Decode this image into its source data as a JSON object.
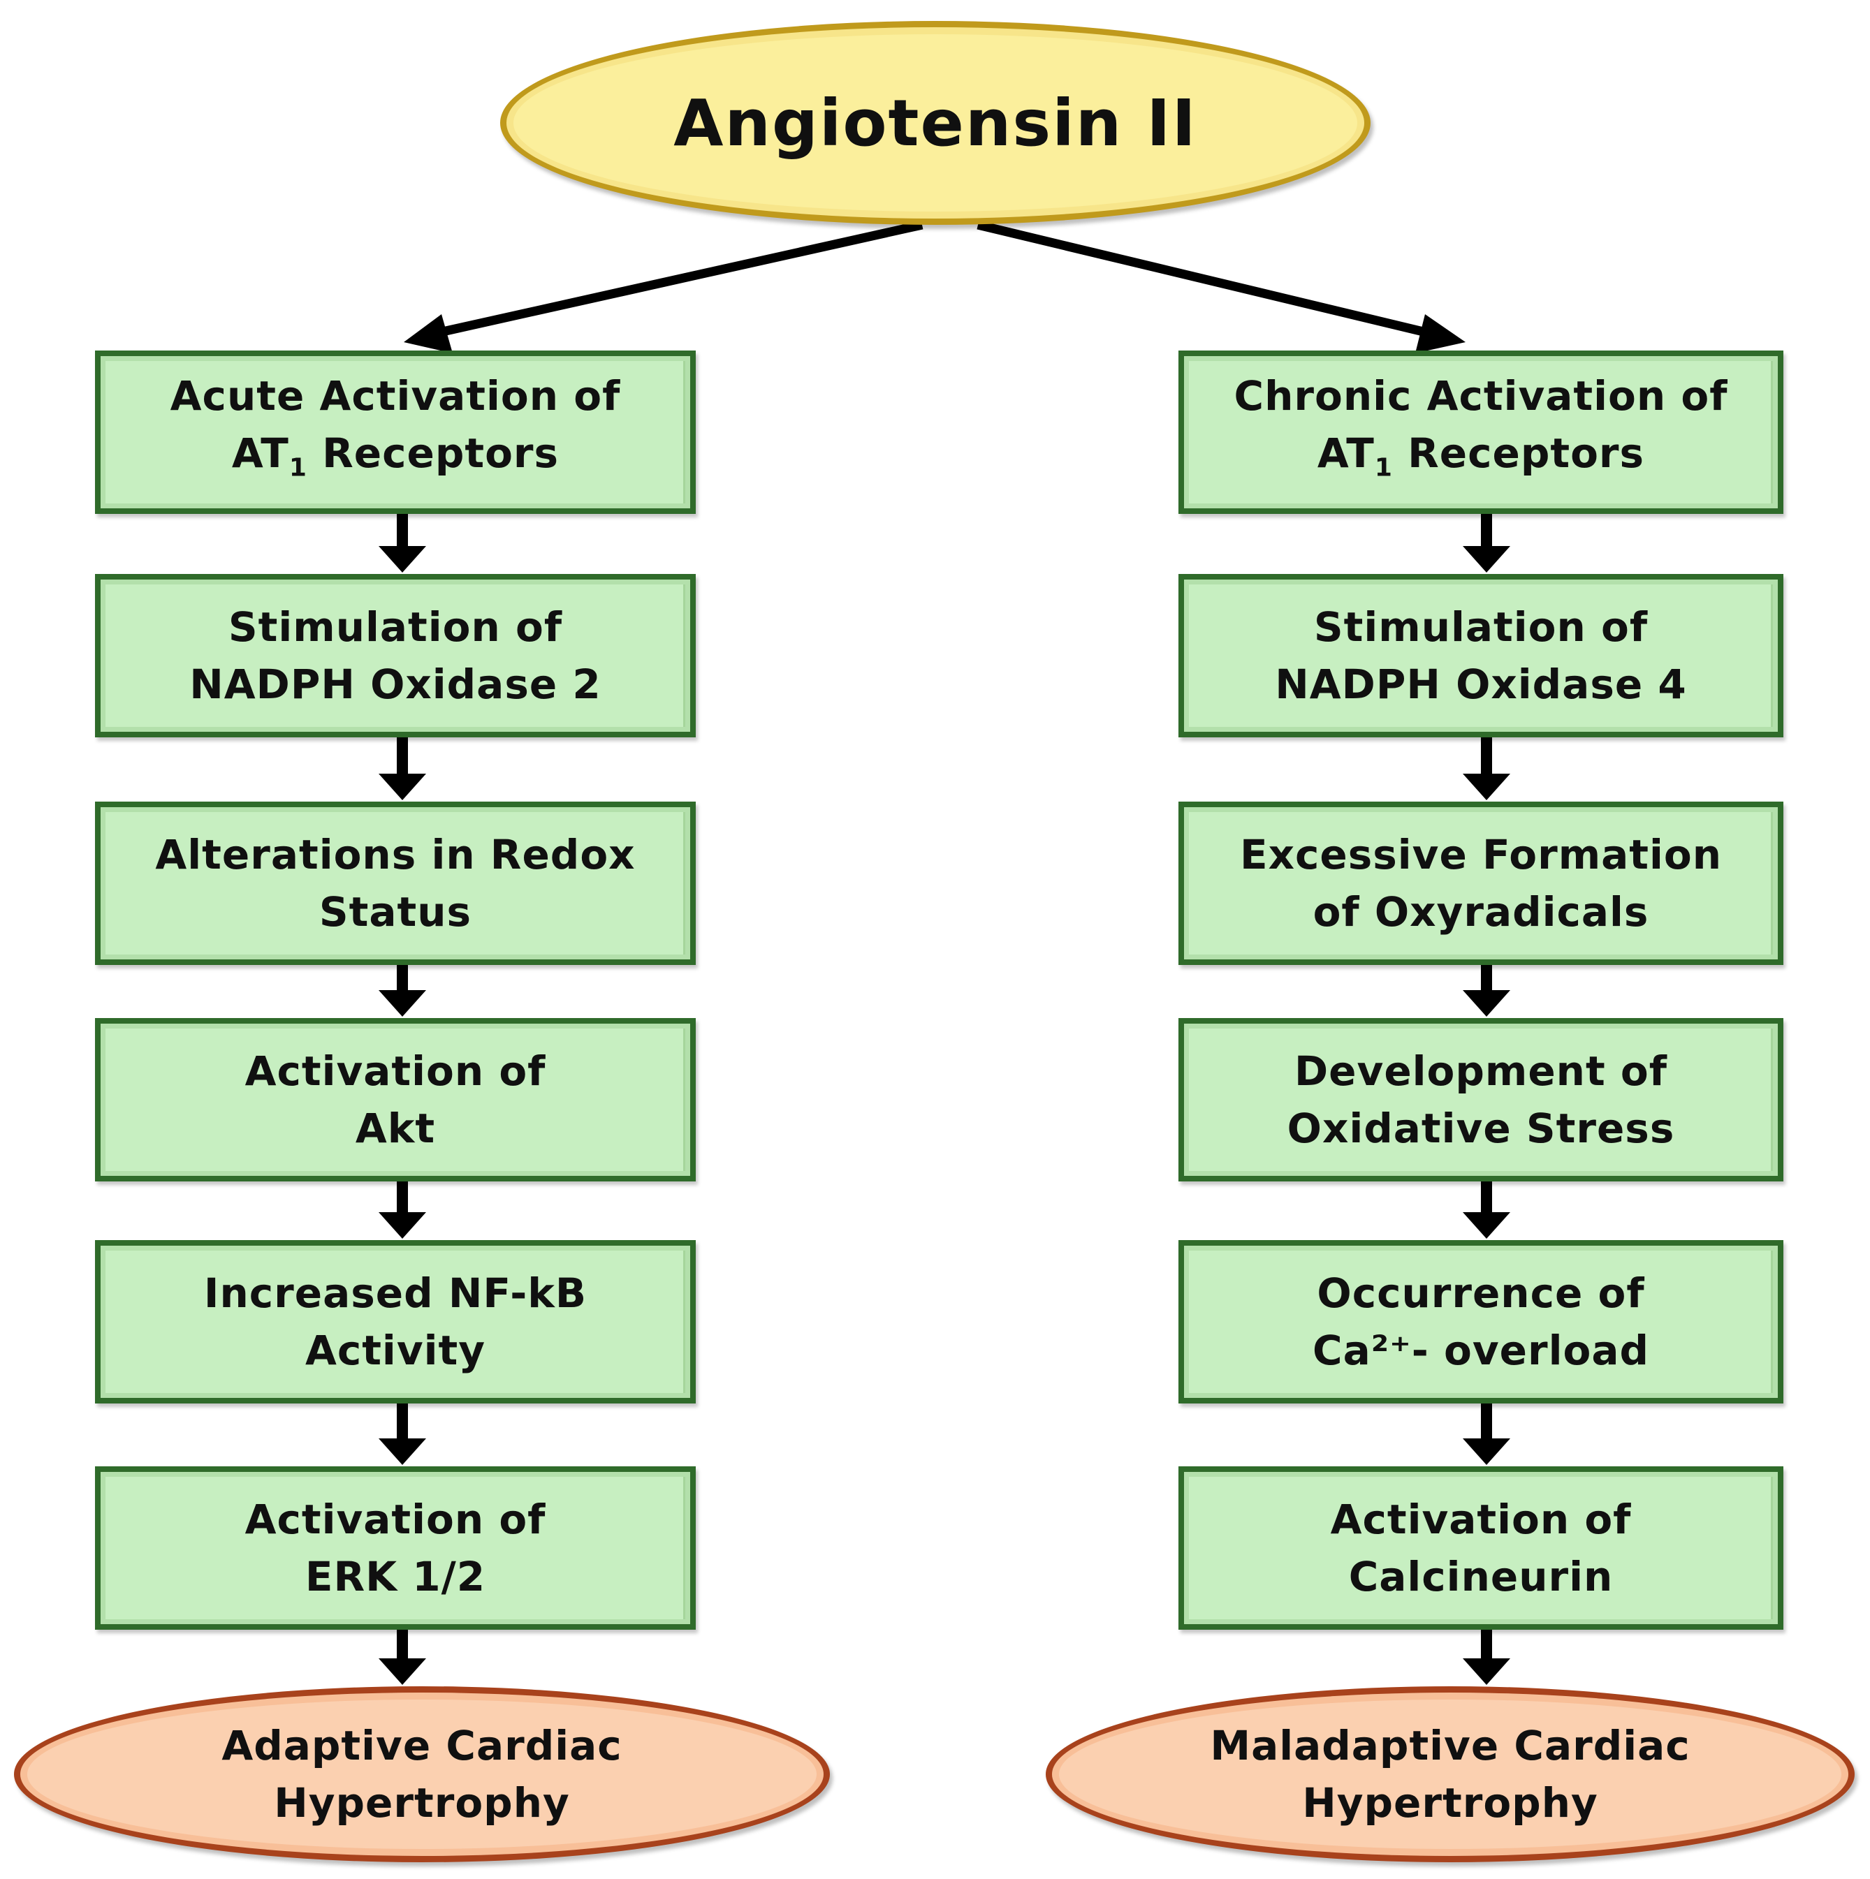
{
  "root": {
    "label": "Angiotensin II"
  },
  "left_branch": {
    "steps": [
      {
        "line1": "Acute Activation of",
        "line2_pre": "AT",
        "line2_sub": "1",
        "line2_post": " Receptors"
      },
      {
        "line1": "Stimulation of",
        "line2_pre": "NADPH Oxidase 2",
        "line2_sub": "",
        "line2_post": ""
      },
      {
        "line1": "Alterations in Redox",
        "line2_pre": "Status",
        "line2_sub": "",
        "line2_post": ""
      },
      {
        "line1": "Activation of",
        "line2_pre": "Akt",
        "line2_sub": "",
        "line2_post": ""
      },
      {
        "line1": "Increased NF-kB",
        "line2_pre": "Activity",
        "line2_sub": "",
        "line2_post": ""
      },
      {
        "line1": "Activation of",
        "line2_pre": "ERK 1/2",
        "line2_sub": "",
        "line2_post": ""
      }
    ],
    "outcome": {
      "line1": "Adaptive Cardiac",
      "line2": "Hypertrophy"
    }
  },
  "right_branch": {
    "steps": [
      {
        "line1": "Chronic Activation of",
        "line2_pre": "AT",
        "line2_sub": "1",
        "line2_post": " Receptors"
      },
      {
        "line1": "Stimulation of",
        "line2_pre": "NADPH Oxidase 4",
        "line2_sub": "",
        "line2_post": ""
      },
      {
        "line1": "Excessive Formation",
        "line2_pre": "of Oxyradicals",
        "line2_sub": "",
        "line2_post": ""
      },
      {
        "line1": "Development of",
        "line2_pre": "Oxidative Stress",
        "line2_sub": "",
        "line2_post": ""
      },
      {
        "line1": "Occurrence of",
        "line2_pre": "Ca²⁺- overload",
        "line2_sub": "",
        "line2_post": ""
      },
      {
        "line1": "Activation of",
        "line2_pre": "Calcineurin",
        "line2_sub": "",
        "line2_post": ""
      }
    ],
    "outcome": {
      "line1": "Maladaptive Cardiac",
      "line2": "Hypertrophy"
    }
  },
  "colors": {
    "root_fill": "#fbef9c",
    "root_border": "#c09a1c",
    "step_fill": "#c7efc1",
    "step_border": "#2f6b2a",
    "outcome_fill": "#fbd0b0",
    "outcome_border": "#a8421c",
    "arrow": "#000000"
  }
}
